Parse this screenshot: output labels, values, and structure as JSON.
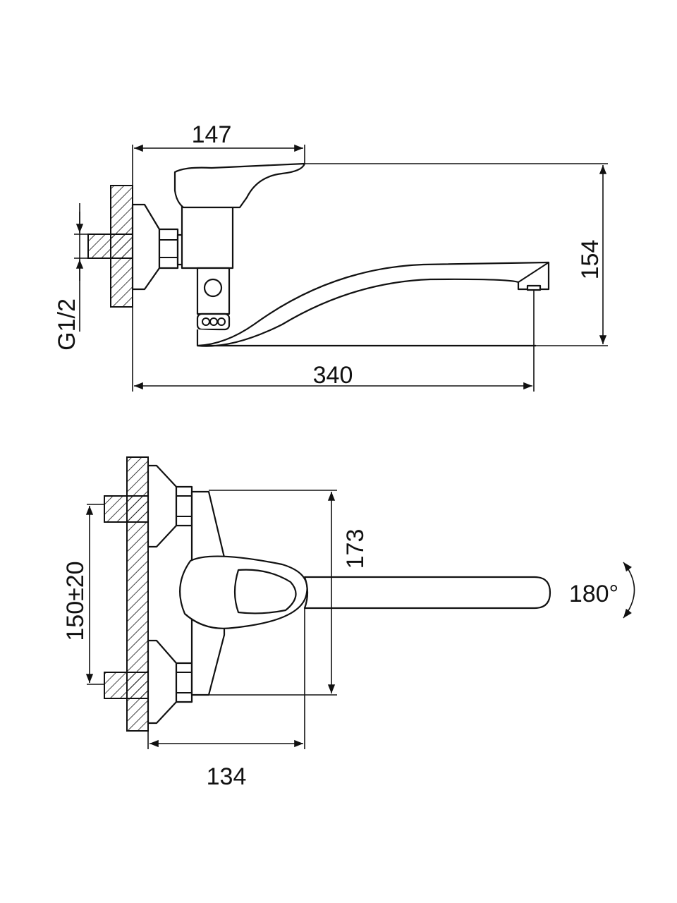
{
  "diagram": {
    "title": "Wall-mounted single-lever faucet dimensional drawing",
    "side_view": {
      "dim_handle_reach": "147",
      "dim_height": "154",
      "dim_spout_reach": "340",
      "dim_thread": "G1/2"
    },
    "front_view": {
      "dim_body_height": "173",
      "dim_inlet_spacing": "150±20",
      "dim_depth": "134",
      "rotation": "180°"
    }
  }
}
